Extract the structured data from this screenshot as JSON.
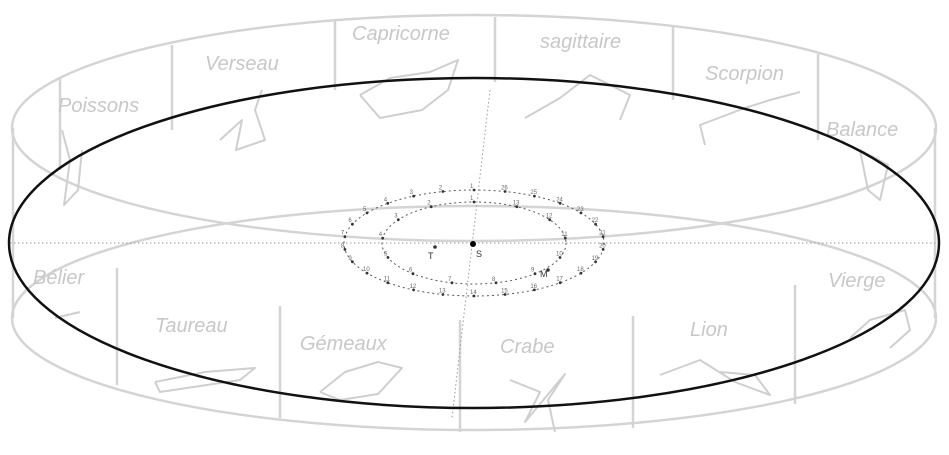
{
  "zodiac": {
    "back_signs": [
      "Poissons",
      "Verseau",
      "Capricorne",
      "sagittaire",
      "Scorpion",
      "Balance"
    ],
    "front_signs": [
      "Bélier",
      "Taureau",
      "Gémeaux",
      "Crabe",
      "Lion",
      "Vierge"
    ]
  },
  "bodies": {
    "earth": "T",
    "sun": "S",
    "mars": "M"
  },
  "earth_orbit_labels": [
    "1",
    "2",
    "3",
    "4",
    "5",
    "6",
    "7",
    "8",
    "9",
    "10",
    "11",
    "12",
    "13"
  ],
  "mars_orbit_labels": [
    "1",
    "2",
    "3",
    "4",
    "5",
    "6",
    "7",
    "8",
    "9",
    "10",
    "11",
    "12",
    "13",
    "14",
    "15",
    "16",
    "17",
    "18",
    "19",
    "20",
    "21",
    "22",
    "23",
    "24",
    "25",
    "26"
  ],
  "colors": {
    "band": "#d4d4d4",
    "ecliptic": "#111111",
    "label": "#c8c8c8"
  }
}
